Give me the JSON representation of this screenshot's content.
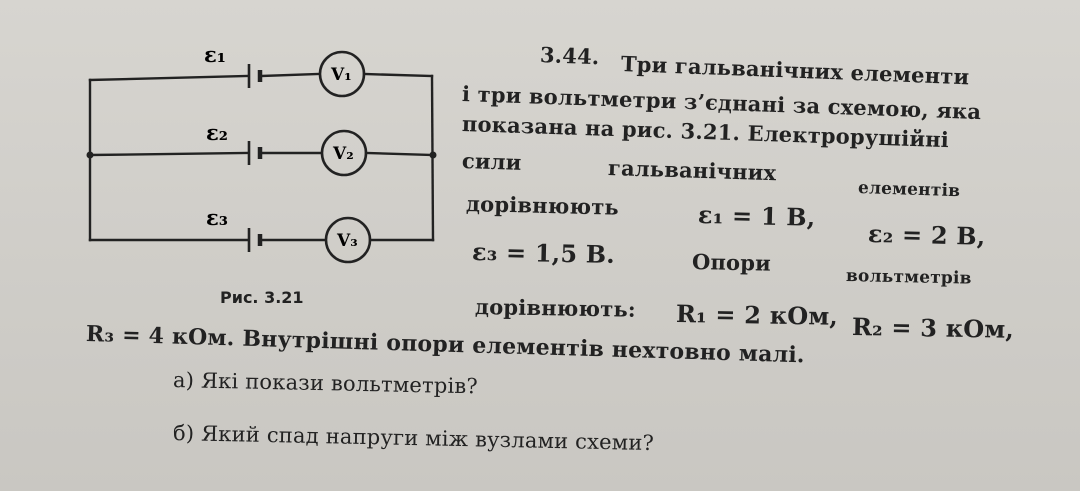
{
  "figure": {
    "caption": "Рис. 3.21",
    "emf_labels": [
      "ε₁",
      "ε₂",
      "ε₃"
    ],
    "voltmeter_labels": [
      "V₁",
      "V₂",
      "V₃"
    ]
  },
  "problem": {
    "number": "3.44.",
    "lines": [
      "Три гальванічних елементи",
      "і три вольтметри з’єднані за схемою, яка",
      "показана на рис. 3.21. Електрорушійні",
      "сили",
      "гальванічних",
      "елементів",
      "дорівнюють",
      "ε₁ = 1 В,",
      "ε₂ = 2 В,",
      "ε₃ = 1,5 В.",
      "Опори",
      "вольтметрів",
      "дорівнюють:",
      "R₁ = 2 кОм,",
      "R₂ = 3 кОм,",
      "R₃ = 4 кОм. Внутрішні опори елементів нехтовно малі."
    ],
    "question_a": "а) Які покази вольтметрів?",
    "question_b": "б) Який спад напруги між вузлами схеми?"
  }
}
